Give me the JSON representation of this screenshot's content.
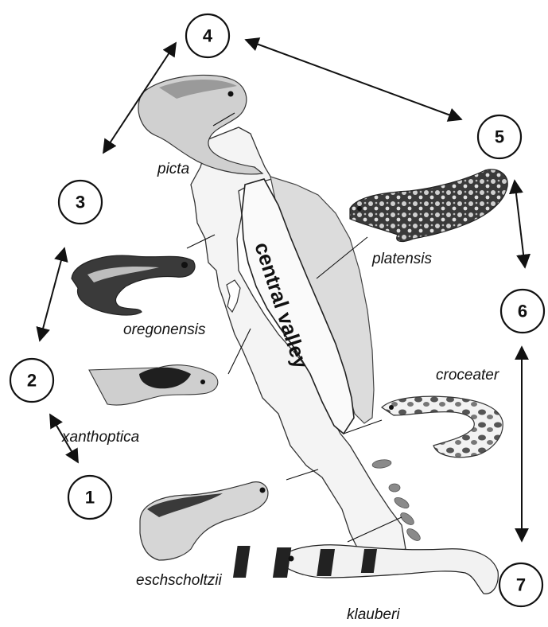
{
  "diagram": {
    "nodes": [
      {
        "id": "node-1",
        "label": "1"
      },
      {
        "id": "node-2",
        "label": "2"
      },
      {
        "id": "node-3",
        "label": "3"
      },
      {
        "id": "node-4",
        "label": "4"
      },
      {
        "id": "node-5",
        "label": "5"
      },
      {
        "id": "node-6",
        "label": "6"
      },
      {
        "id": "node-7",
        "label": "7"
      }
    ],
    "arrows": [
      {
        "from": "1",
        "to": "2"
      },
      {
        "from": "2",
        "to": "3"
      },
      {
        "from": "3",
        "to": "4"
      },
      {
        "from": "4",
        "to": "5"
      },
      {
        "from": "5",
        "to": "6"
      },
      {
        "from": "6",
        "to": "7"
      }
    ],
    "map": {
      "region_label": "central valley"
    },
    "species": {
      "picta": "picta",
      "oregonensis": "oregonensis",
      "xanthoptica": "xanthoptica",
      "eschscholtzii": "eschscholtzii",
      "klauberi": "klauberi",
      "croceater": "croceater",
      "platensis": "platensis"
    },
    "colors": {
      "stroke": "#111111",
      "sierra_fill": "#dcdcdc",
      "salamander_dark": "#2a2a2a",
      "salamander_light": "#bdbdbd",
      "klauberi_band": "#222222",
      "spot_fill": "#8a8a8a"
    }
  }
}
